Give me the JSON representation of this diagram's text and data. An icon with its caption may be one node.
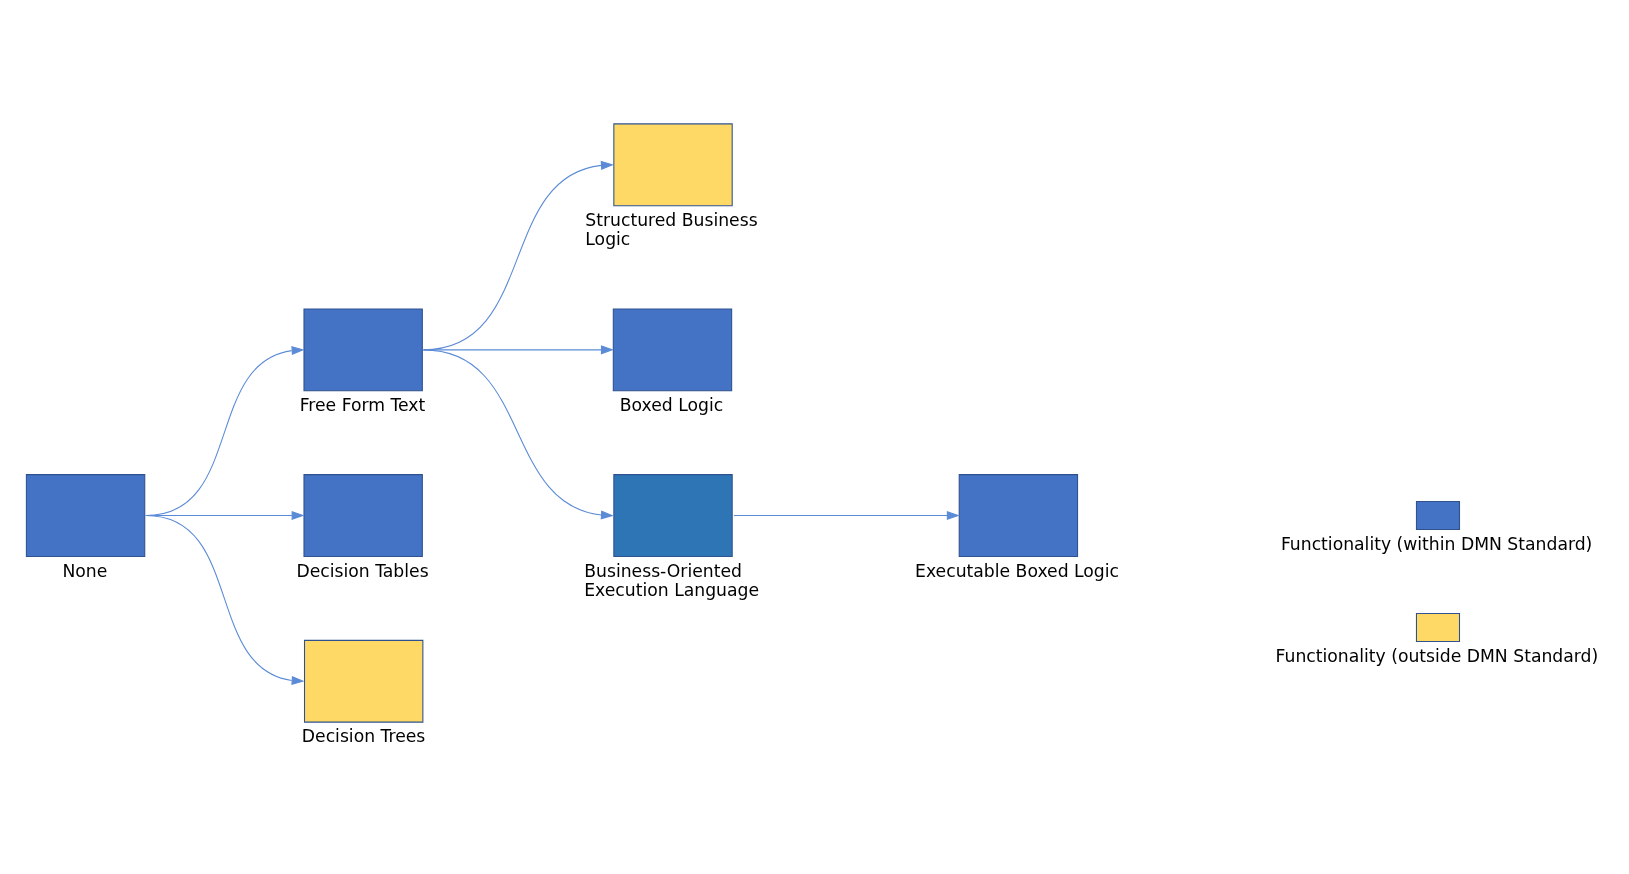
{
  "diagram": {
    "nodes": [
      {
        "text": [],
        "shape": "box",
        "beside": [
          "None"
        ]
      },
      {
        "text": [],
        "shape": "box",
        "beside": [
          "Free Form Text"
        ]
      },
      {
        "text": [],
        "shape": "box",
        "beside": [
          "Decision Tables"
        ]
      },
      {
        "text": [],
        "shape": "box",
        "beside": [
          "Structured Business Logic"
        ]
      },
      {
        "text": [],
        "shape": "box",
        "beside": [
          "Boxed Logic"
        ]
      },
      {
        "text": [],
        "shape": "box",
        "beside": [
          "Business-Oriented Execution Language"
        ]
      },
      {
        "text": [],
        "shape": "box",
        "beside": [
          "Executable Boxed Logic"
        ]
      },
      {
        "text": [],
        "shape": "box",
        "beside": [
          "Decision Trees"
        ]
      }
    ],
    "edges": [
      {
        "from": 0,
        "to": 2,
        "arrow": "to"
      },
      {
        "from": 0,
        "to": 1,
        "arrow": "to"
      },
      {
        "from": 0,
        "to": 7,
        "arrow": "to"
      },
      {
        "from": 1,
        "to": 3,
        "arrow": "to"
      },
      {
        "from": 1,
        "to": 4,
        "arrow": "to"
      },
      {
        "from": 1,
        "to": 5,
        "arrow": "to"
      },
      {
        "from": 5,
        "to": 6,
        "arrow": "to"
      }
    ],
    "legend": [
      {
        "text": "Functionality (within DMN Standard)",
        "color": "#4472c4"
      },
      {
        "text": "Functionality (outside DMN Standard)",
        "color": "#ffd966"
      }
    ]
  }
}
